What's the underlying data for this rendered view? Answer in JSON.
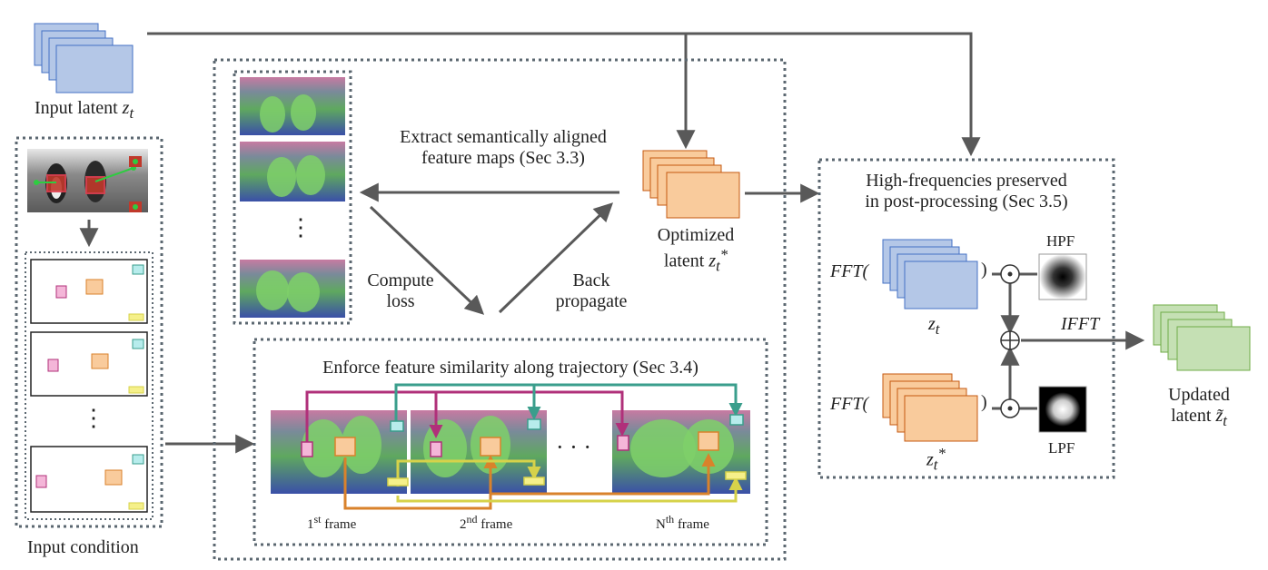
{
  "labels": {
    "input_latent": "Input latent",
    "input_latent_sym": "z",
    "input_latent_sub": "t",
    "input_condition": "Input condition",
    "extract_line1": "Extract semantically aligned",
    "extract_line2": "feature maps (Sec 3.3)",
    "compute_line1": "Compute",
    "compute_line2": "loss",
    "back_line1": "Back",
    "back_line2": "propagate",
    "optimized_line1": "Optimized",
    "optimized_line2": "latent",
    "optimized_sym": "z",
    "optimized_sub": "t",
    "optimized_sup": "*",
    "enforce": "Enforce feature similarity along trajectory (Sec 3.4)",
    "frame1_prefix": "1",
    "frame1_sup": "st",
    "frame1_suffix": " frame",
    "frame2_prefix": "2",
    "frame2_sup": "nd",
    "frame2_suffix": " frame",
    "frameN_prefix": "N",
    "frameN_sup": "th",
    "frameN_suffix": "  frame",
    "dots_horizontal": "· · ·",
    "dots_vertical": "⋮",
    "highfreq_line1": "High-frequencies preserved",
    "highfreq_line2": "in post-processing (Sec 3.5)",
    "fft_open_1": "FFT(",
    "fft_close_1": ")",
    "fft_open_2": "FFT(",
    "fft_close_2": ")",
    "zt_sym": "z",
    "zt_sub": "t",
    "zstar_sym": "z",
    "zstar_sub": "t",
    "zstar_sup": "*",
    "hpf": "HPF",
    "lpf": "LPF",
    "ifft": "IFFT",
    "updated_line1": "Updated",
    "updated_line2": "latent",
    "updated_sym": "z̃",
    "updated_sub": "t",
    "odot": "⊙",
    "oplus": "⊕"
  },
  "colors": {
    "blue_fill": "#b4c7e7",
    "blue_stroke": "#4472c4",
    "orange_fill": "#f9cb9c",
    "orange_stroke": "#c55a11",
    "green_fill": "#c5e0b4",
    "green_stroke": "#70ad47",
    "arrow": "#595959",
    "dotted": "#5b6770",
    "magenta": "#b0307a",
    "teal": "#3a9e8c",
    "orange_line": "#d9822b",
    "yellow_line": "#d6d24a"
  }
}
